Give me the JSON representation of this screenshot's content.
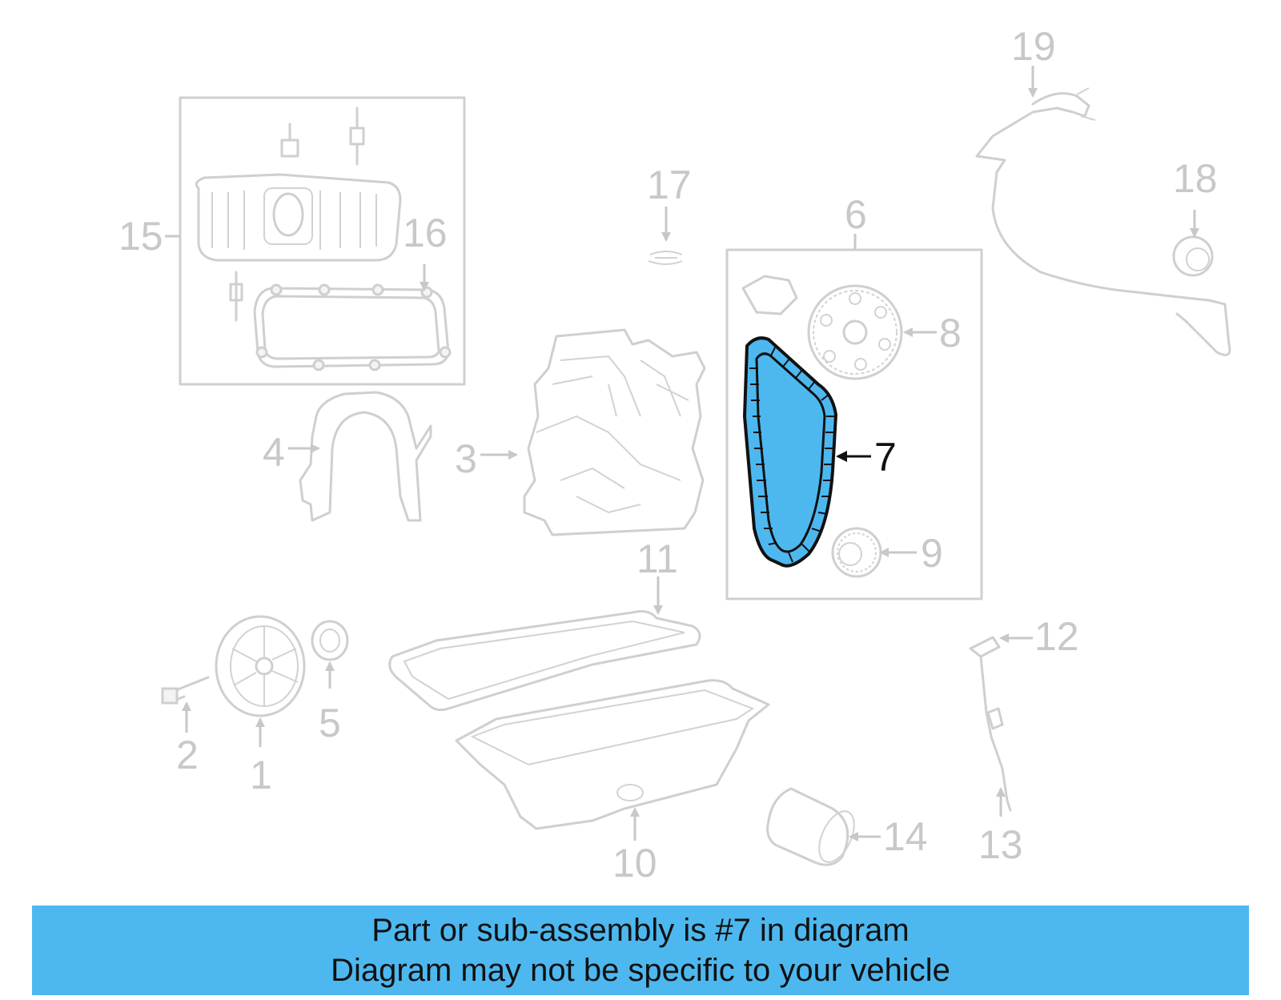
{
  "highlight_color": "#4db8f0",
  "callouts": {
    "c1": "1",
    "c2": "2",
    "c3": "3",
    "c4": "4",
    "c5": "5",
    "c6": "6",
    "c7": "7",
    "c8": "8",
    "c9": "9",
    "c10": "10",
    "c11": "11",
    "c12": "12",
    "c13": "13",
    "c14": "14",
    "c15": "15",
    "c16": "16",
    "c17": "17",
    "c18": "18",
    "c19": "19"
  },
  "highlighted_part": "7",
  "banner": {
    "line1": "Part or sub-assembly is #7 in diagram",
    "line2": "Diagram may not be specific to your vehicle"
  }
}
